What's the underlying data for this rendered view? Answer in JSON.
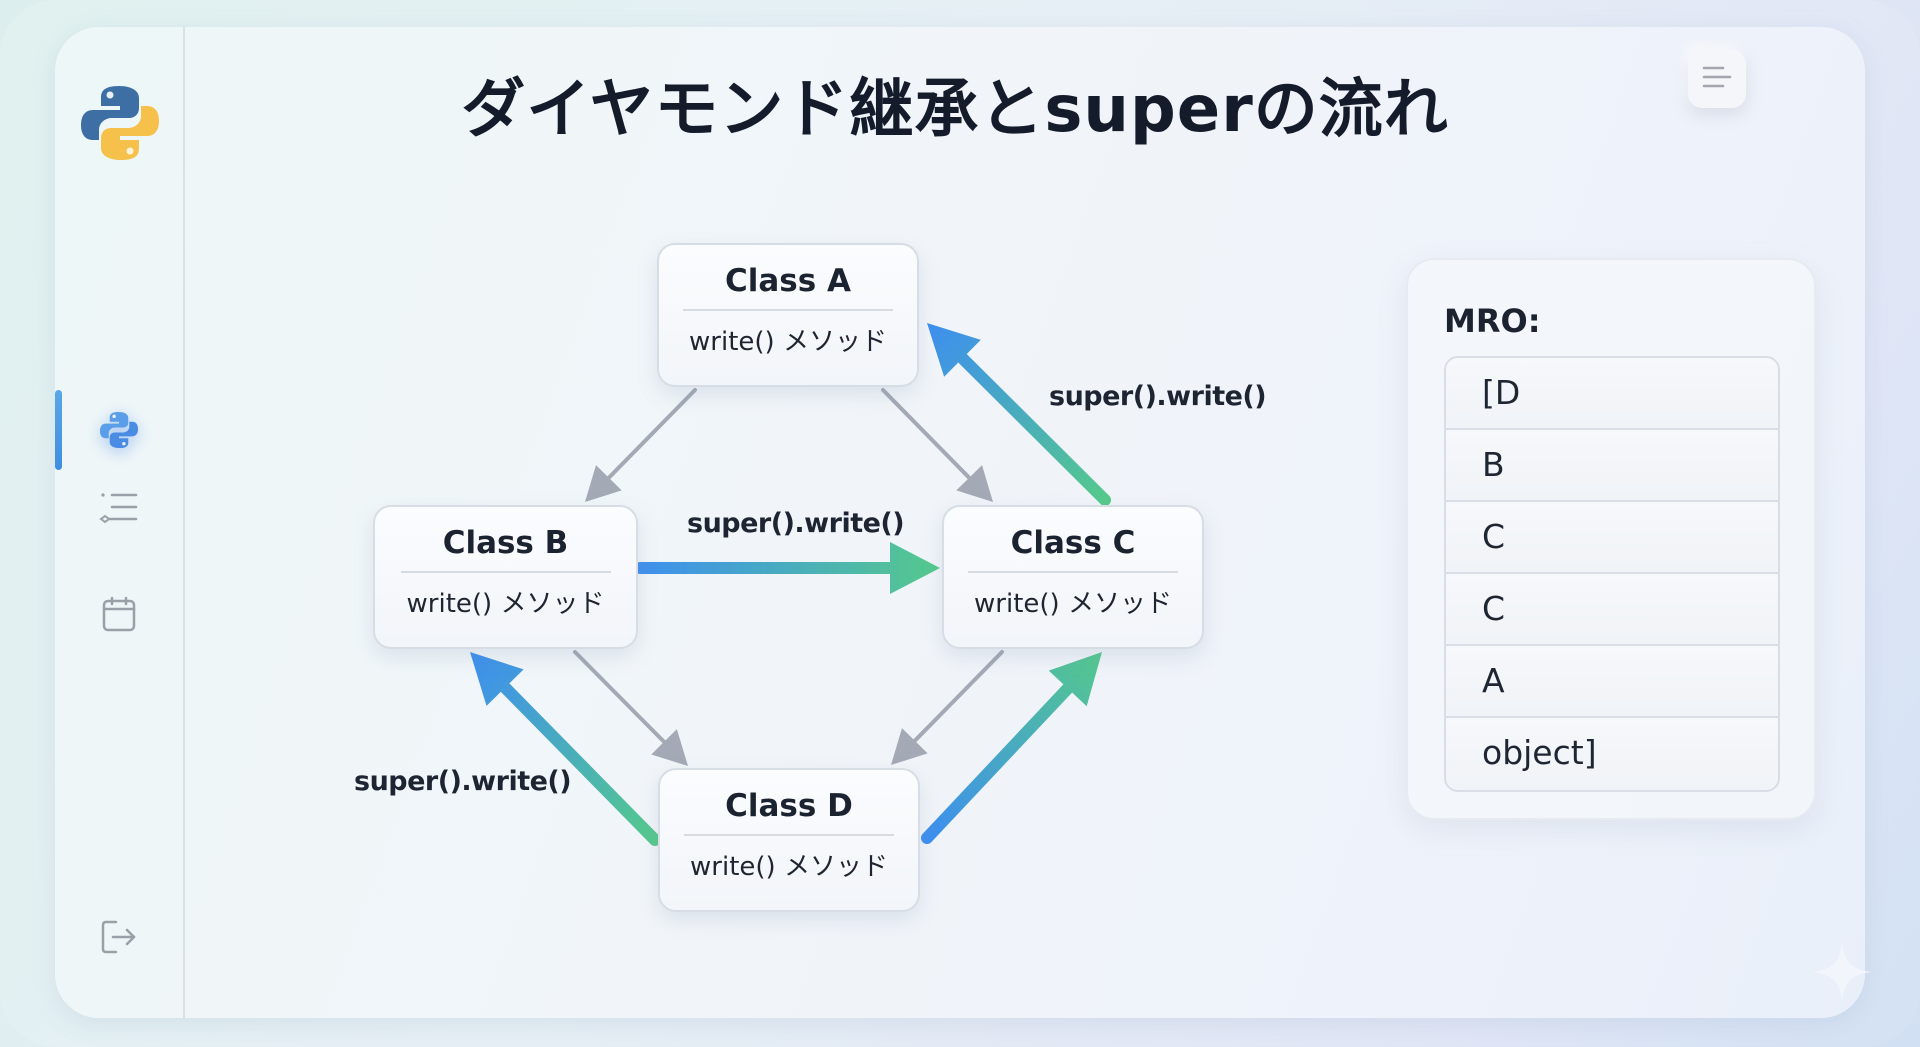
{
  "title": "ダイヤモンド継承とsuperの流れ",
  "sidebar": {
    "logo": "python-logo",
    "items": [
      {
        "icon": "python-icon",
        "active": true
      },
      {
        "icon": "list-icon",
        "active": false
      },
      {
        "icon": "calendar-icon",
        "active": false
      },
      {
        "icon": "logout-icon",
        "active": false
      }
    ]
  },
  "header": {
    "menu_icon": "hamburger-menu-icon"
  },
  "diagram": {
    "nodes": {
      "A": {
        "name": "Class A",
        "method": "write() メソッド"
      },
      "B": {
        "name": "Class B",
        "method": "write() メソッド"
      },
      "C": {
        "name": "Class C",
        "method": "write() メソッド"
      },
      "D": {
        "name": "Class D",
        "method": "write() メソッド"
      }
    },
    "inheritance_edges": [
      {
        "from": "A",
        "to": "B"
      },
      {
        "from": "A",
        "to": "C"
      },
      {
        "from": "B",
        "to": "D"
      },
      {
        "from": "C",
        "to": "D"
      }
    ],
    "super_edges": [
      {
        "from": "D",
        "to": "B",
        "label": "super().write()"
      },
      {
        "from": "B",
        "to": "C",
        "label": "super().write()"
      },
      {
        "from": "C",
        "to": "A",
        "label": "super().write()"
      },
      {
        "from": "D",
        "to": "C",
        "label": ""
      }
    ],
    "colors": {
      "inheritance": "#a3aab6",
      "super_start": "#3d8ff0",
      "super_end": "#55c48a"
    }
  },
  "mro": {
    "title": "MRO:",
    "items": [
      "[D",
      "B",
      "C",
      "C",
      "A",
      "object]"
    ]
  }
}
